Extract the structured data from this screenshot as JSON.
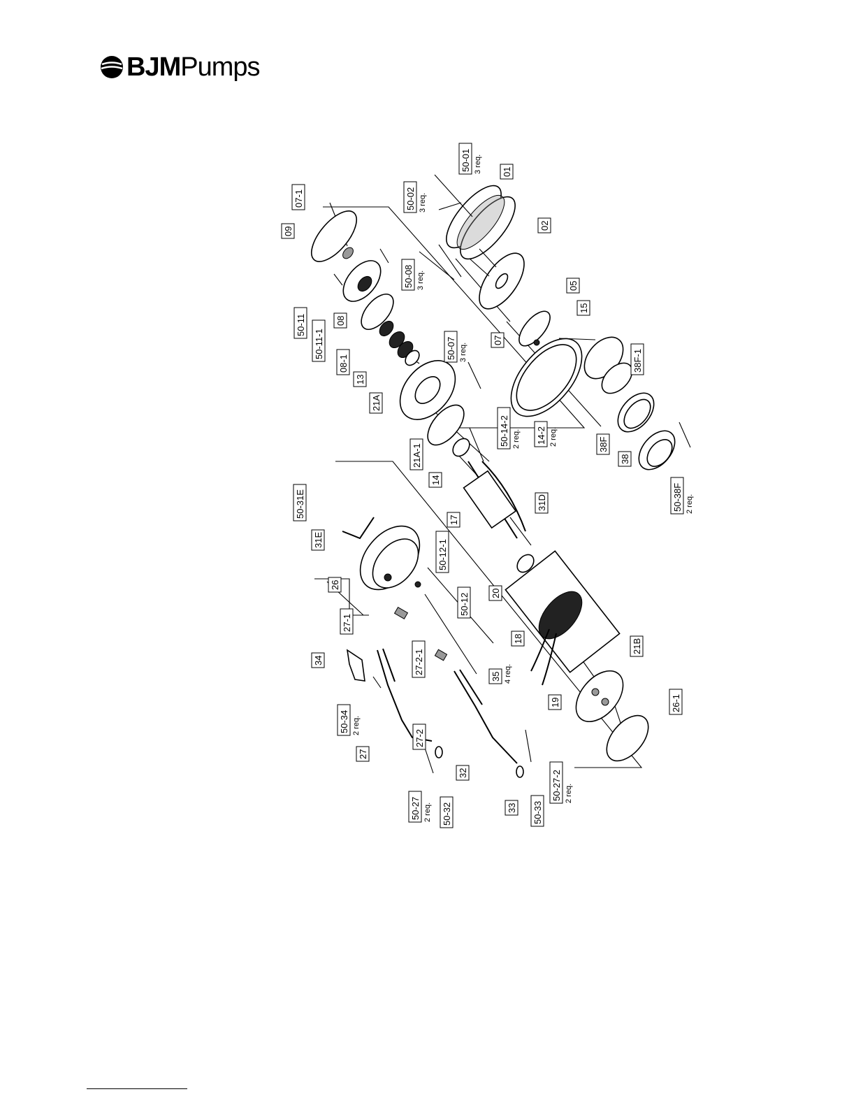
{
  "brand": {
    "bold": "BJM",
    "regular": "Pumps"
  },
  "callouts": [
    {
      "id": "50-01",
      "note": "3 req."
    },
    {
      "id": "01"
    },
    {
      "id": "02"
    },
    {
      "id": "05"
    },
    {
      "id": "15"
    },
    {
      "id": "38F-1"
    },
    {
      "id": "50-02",
      "note": "3 req."
    },
    {
      "id": "07-1"
    },
    {
      "id": "09"
    },
    {
      "id": "50-08",
      "note": "3 req."
    },
    {
      "id": "50-11"
    },
    {
      "id": "50-11-1"
    },
    {
      "id": "08"
    },
    {
      "id": "08-1"
    },
    {
      "id": "13"
    },
    {
      "id": "50-07",
      "note": "3 req."
    },
    {
      "id": "07"
    },
    {
      "id": "21A"
    },
    {
      "id": "21A-1"
    },
    {
      "id": "14"
    },
    {
      "id": "50-14-2",
      "note": "2 req."
    },
    {
      "id": "14-2",
      "note": "2 req."
    },
    {
      "id": "38F"
    },
    {
      "id": "38"
    },
    {
      "id": "50-38F",
      "note": "2 req."
    },
    {
      "id": "31D"
    },
    {
      "id": "17"
    },
    {
      "id": "50-31E"
    },
    {
      "id": "31E"
    },
    {
      "id": "26"
    },
    {
      "id": "50-12-1"
    },
    {
      "id": "50-12"
    },
    {
      "id": "20"
    },
    {
      "id": "27-1"
    },
    {
      "id": "18"
    },
    {
      "id": "21B"
    },
    {
      "id": "34"
    },
    {
      "id": "27-2-1"
    },
    {
      "id": "35",
      "note": "4 req."
    },
    {
      "id": "19"
    },
    {
      "id": "26-1"
    },
    {
      "id": "50-34",
      "note": "2 req."
    },
    {
      "id": "27-2"
    },
    {
      "id": "27"
    },
    {
      "id": "50-27",
      "note": "2 req."
    },
    {
      "id": "50-32"
    },
    {
      "id": "32"
    },
    {
      "id": "33"
    },
    {
      "id": "50-33"
    },
    {
      "id": "50-27-2",
      "note": "2 req."
    }
  ]
}
